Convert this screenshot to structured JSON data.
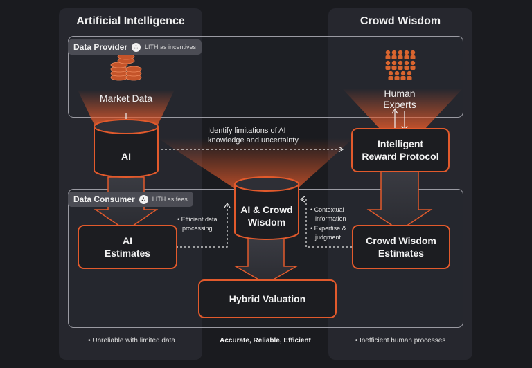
{
  "columns": {
    "ai_title": "Artificial Intelligence",
    "crowd_title": "Crowd Wisdom"
  },
  "provider": {
    "name": "Data Provider",
    "token_note": "LITH as incentives",
    "market_data": "Market Data",
    "human_line1": "Human",
    "human_line2": "Experts"
  },
  "consumer": {
    "name": "Data Consumer",
    "token_note": "LITH as fees"
  },
  "nodes": {
    "ai": "AI",
    "reward_line1": "Intelligent",
    "reward_line2": "Reward Protocol",
    "hub_line1": "AI & Crowd",
    "hub_line2": "Wisdom",
    "ai_est_line1": "AI",
    "ai_est_line2": "Estimates",
    "cw_est_line1": "Crowd Wisdom",
    "cw_est_line2": "Estimates",
    "hybrid": "Hybrid Valuation"
  },
  "annotations": {
    "limits_line1": "Identify limitations of AI",
    "limits_line2": "knowledge and uncertainty",
    "efficient_line1": "• Efficient data",
    "efficient_line2": "processing",
    "ctx_line1": "• Contextual",
    "ctx_line2": "information",
    "exp_line1": "• Expertise &",
    "exp_line2": "judgment"
  },
  "footer": {
    "left": "•  Unreliable with limited data",
    "center": "Accurate, Reliable, Efficient",
    "right": "•  Inefficient human processes"
  },
  "icons": {
    "coin": "coin-stack-icon",
    "people": "crowd-icon",
    "token": "lith-token-icon"
  },
  "colors": {
    "accent": "#e25a2c",
    "background": "#1a1b1f",
    "column": "#26272e"
  }
}
